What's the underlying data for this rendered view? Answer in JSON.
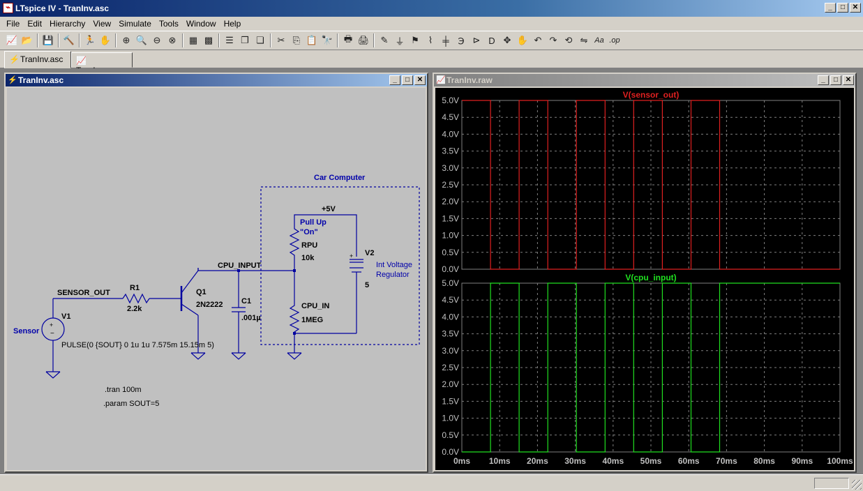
{
  "app": {
    "title": "LTspice IV - TranInv.asc",
    "icon": "ltspice-app-icon"
  },
  "menu": [
    "File",
    "Edit",
    "Hierarchy",
    "View",
    "Simulate",
    "Tools",
    "Window",
    "Help"
  ],
  "toolbar": [
    {
      "name": "new-schematic-icon",
      "glyph": "📈"
    },
    {
      "name": "open-icon",
      "glyph": "📂"
    },
    {
      "sep": true
    },
    {
      "name": "save-icon",
      "glyph": "💾"
    },
    {
      "sep": true
    },
    {
      "name": "control-panel-icon",
      "glyph": "🔨"
    },
    {
      "sep": true
    },
    {
      "name": "run-icon",
      "glyph": "🏃"
    },
    {
      "name": "halt-icon",
      "glyph": "✋"
    },
    {
      "sep": true
    },
    {
      "name": "zoom-in-icon",
      "glyph": "⊕"
    },
    {
      "name": "pan-icon",
      "glyph": "🔍"
    },
    {
      "name": "zoom-out-icon",
      "glyph": "⊖"
    },
    {
      "name": "zoom-fit-icon",
      "glyph": "⊗"
    },
    {
      "sep": true
    },
    {
      "name": "autorange-icon",
      "glyph": "▦"
    },
    {
      "name": "grid-icon",
      "glyph": "▩"
    },
    {
      "sep": true
    },
    {
      "name": "tile-horizontal-icon",
      "glyph": "☰"
    },
    {
      "name": "cascade-icon",
      "glyph": "❐"
    },
    {
      "name": "tile-vertical-icon",
      "glyph": "❏"
    },
    {
      "sep": true
    },
    {
      "name": "cut-icon",
      "glyph": "✂"
    },
    {
      "name": "copy-icon",
      "glyph": "⎘"
    },
    {
      "name": "paste-icon",
      "glyph": "📋"
    },
    {
      "name": "find-icon",
      "glyph": "🔭"
    },
    {
      "sep": true
    },
    {
      "name": "print-setup-icon",
      "glyph": "🖶"
    },
    {
      "name": "print-icon",
      "glyph": "🖨"
    },
    {
      "sep": true
    },
    {
      "name": "draw-wire-icon",
      "glyph": "✎"
    },
    {
      "name": "ground-icon",
      "glyph": "⏚"
    },
    {
      "name": "label-net-icon",
      "glyph": "⚑"
    },
    {
      "name": "resistor-icon",
      "glyph": "⌇"
    },
    {
      "name": "capacitor-icon",
      "glyph": "╪"
    },
    {
      "name": "inductor-icon",
      "glyph": "℈"
    },
    {
      "name": "diode-icon",
      "glyph": "⊳"
    },
    {
      "name": "component-icon",
      "glyph": "D"
    },
    {
      "name": "move-icon",
      "glyph": "✥"
    },
    {
      "name": "drag-icon",
      "glyph": "✋"
    },
    {
      "name": "undo-icon",
      "glyph": "↶"
    },
    {
      "name": "redo-icon",
      "glyph": "↷"
    },
    {
      "name": "rotate-icon",
      "glyph": "⟲"
    },
    {
      "name": "mirror-icon",
      "glyph": "⇋"
    },
    {
      "name": "text-icon",
      "glyph": "Aa"
    },
    {
      "name": "spice-directive-icon",
      "glyph": ".op"
    }
  ],
  "tabs": [
    {
      "label": "TranInv.asc",
      "icon": "schematic-icon",
      "active": true
    },
    {
      "label": "TranInv.raw",
      "icon": "waveform-icon",
      "active": false
    }
  ],
  "schematic_window": {
    "title": "TranInv.asc",
    "labels": {
      "car_computer": "Car Computer",
      "plus5v": "+5V",
      "pullup1": "Pull Up",
      "pullup2": "\"On\"",
      "rpu": "RPU",
      "rpu_val": "10k",
      "v2": "V2",
      "v2_desc1": "Int Voltage",
      "v2_desc2": "Regulator",
      "v2_val": "5",
      "cpu_input": "CPU_INPUT",
      "sensor_out": "SENSOR_OUT",
      "r1": "R1",
      "r1_val": "2.2k",
      "q1": "Q1",
      "q1_val": "2N2222",
      "c1": "C1",
      "c1_val": ".001µ",
      "cpu_in": "CPU_IN",
      "cpu_in_val": "1MEG",
      "v1": "V1",
      "sensor": "Sensor",
      "pulse": "PULSE(0 {SOUT} 0 1u 1u 7.575m 15.15m 5)",
      "tran": ".tran 100m",
      "param": ".param SOUT=5"
    }
  },
  "waveform_window": {
    "title": "TranInv.raw"
  },
  "chart_data": {
    "type": "line",
    "x_unit": "ms",
    "xlim": [
      0,
      100
    ],
    "x_ticks": [
      "0ms",
      "10ms",
      "20ms",
      "30ms",
      "40ms",
      "50ms",
      "60ms",
      "70ms",
      "80ms",
      "90ms",
      "100ms"
    ],
    "y_ticks": [
      "0.0V",
      "0.5V",
      "1.0V",
      "1.5V",
      "2.0V",
      "2.5V",
      "3.0V",
      "3.5V",
      "4.0V",
      "4.5V",
      "5.0V"
    ],
    "ylim": [
      0,
      5
    ],
    "grid": true,
    "panes": [
      {
        "title": "V(sensor_out)",
        "color": "#e02020",
        "x": [
          0,
          7.575,
          7.575,
          15.15,
          15.15,
          22.725,
          22.725,
          30.3,
          30.3,
          37.875,
          37.875,
          45.45,
          45.45,
          53.025,
          53.025,
          60.6,
          60.6,
          68.175,
          68.175,
          100
        ],
        "y": [
          5,
          5,
          0,
          0,
          5,
          5,
          0,
          0,
          5,
          5,
          0,
          0,
          5,
          5,
          0,
          0,
          5,
          5,
          0,
          0
        ]
      },
      {
        "title": "V(cpu_input)",
        "color": "#20e020",
        "x": [
          0,
          7.575,
          7.575,
          15.15,
          15.15,
          22.725,
          22.725,
          30.3,
          30.3,
          37.875,
          37.875,
          45.45,
          45.45,
          53.025,
          53.025,
          60.6,
          60.6,
          68.175,
          68.175,
          100
        ],
        "y": [
          0,
          0,
          5,
          5,
          0,
          0,
          5,
          5,
          0,
          0,
          5,
          5,
          0,
          0,
          5,
          5,
          0,
          0,
          5,
          5
        ]
      }
    ]
  }
}
